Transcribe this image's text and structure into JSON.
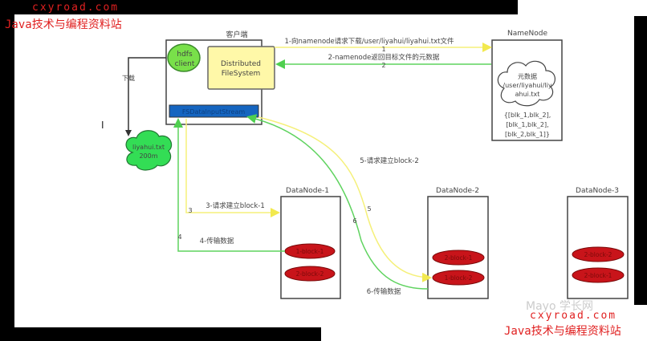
{
  "watermark": {
    "site": "cxyroad.com",
    "slogan": "Java技术与编程资料站",
    "faint": "Mayo 学长网"
  },
  "client": {
    "title": "客户端",
    "hdfs_client": [
      "hdfs",
      "client"
    ],
    "dfs": [
      "Distributed",
      "FileSystem"
    ],
    "stream": "FSDataInputStream"
  },
  "namenode": {
    "title": "NameNode",
    "cloud": [
      "元数据",
      "/user/liyahui/liy",
      "ahui.txt"
    ],
    "blocks": [
      "{[blk_1,blk_2],",
      "[blk_1,blk_2],",
      "[blk_2,blk_1]}"
    ]
  },
  "download": {
    "label": "下载",
    "file": [
      "liyahui.txt",
      "200m"
    ]
  },
  "arrows": {
    "a1": {
      "label": "1-向namenode请求下载/user/liyahui/liyahui.txt文件",
      "num": "1"
    },
    "a2": {
      "label": "2-namenode返回目标文件的元数据",
      "num": "2"
    },
    "a3": {
      "label": "3-请求建立block-1",
      "num": "3"
    },
    "a4": {
      "label": "4-传输数据",
      "num": "4"
    },
    "a5": {
      "label": "5-请求建立block-2",
      "num": "5"
    },
    "a6": {
      "label": "6-传输数据",
      "num": "6"
    }
  },
  "datanodes": [
    {
      "title": "DataNode-1",
      "blocks": [
        "1-block-1",
        "2-block-2"
      ]
    },
    {
      "title": "DataNode-2",
      "blocks": [
        "2-block-1",
        "1-block-2"
      ]
    },
    {
      "title": "DataNode-3",
      "blocks": [
        "2-block-2",
        "2-block-1"
      ]
    }
  ],
  "colors": {
    "yellow": "#f5f07a",
    "green": "#5fd35f",
    "red": "#c8141a",
    "blue": "#1565c0"
  }
}
